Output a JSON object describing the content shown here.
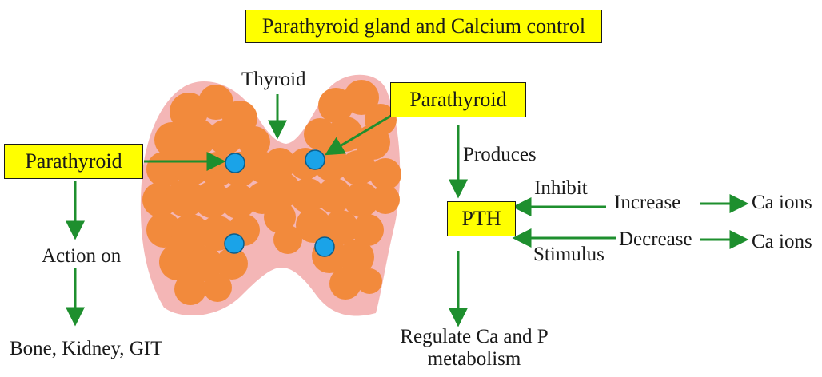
{
  "title": "Parathyroid gland and Calcium control",
  "labels": {
    "thyroid": "Thyroid",
    "parathyroid_left": "Parathyroid",
    "parathyroid_right": "Parathyroid",
    "action_on": "Action on",
    "targets": "Bone, Kidney, GIT",
    "produces": "Produces",
    "pth": "PTH",
    "inhibit": "Inhibit",
    "increase": "Increase",
    "ca_ions_top": "Ca ions",
    "decrease": "Decrease",
    "stimulus": "Stimulus",
    "ca_ions_bottom": "Ca ions",
    "regulate_line1": "Regulate Ca and P",
    "regulate_line2": "metabolism"
  },
  "colors": {
    "box_fill": "#ffff00",
    "arrow": "#1e8f2e",
    "gland_lobule": "#f28a3c",
    "capsule": "#f4b6b6",
    "parathyroid_dot": "#1aa3e8",
    "text": "#1a1a1a"
  }
}
